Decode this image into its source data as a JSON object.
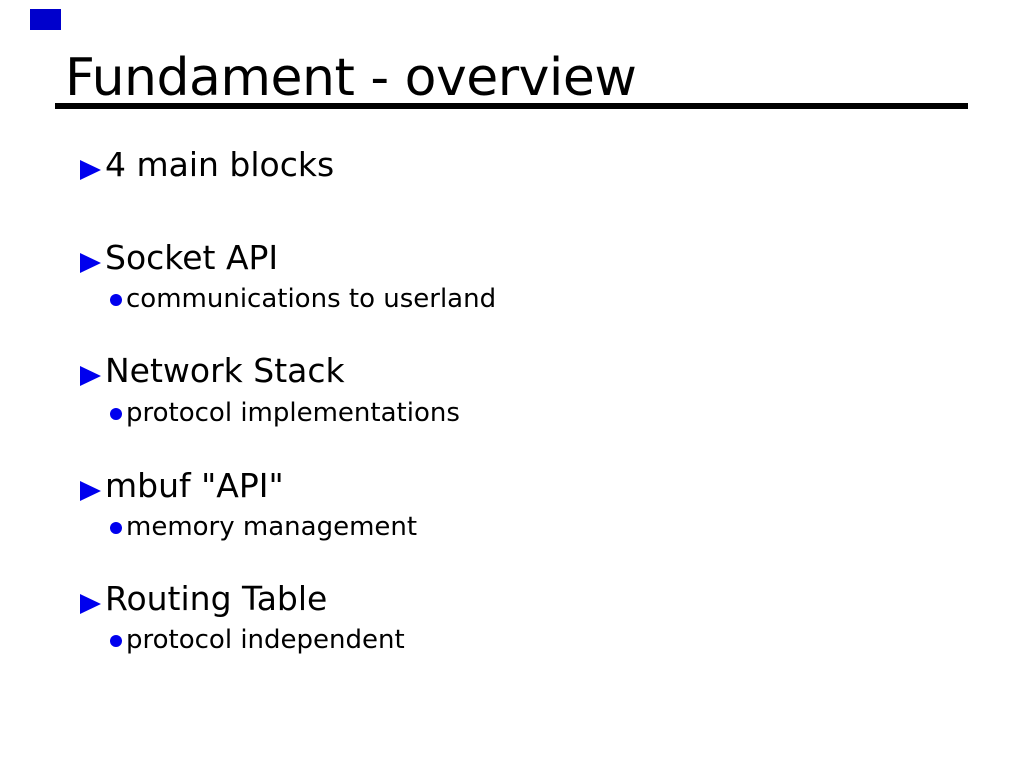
{
  "slide": {
    "title": "Fundament - overview",
    "bullets": [
      {
        "label": "4 main blocks",
        "sub": []
      },
      {
        "label": "Socket API",
        "sub": [
          "communications to userland"
        ]
      },
      {
        "label": "Network Stack",
        "sub": [
          "protocol implementations"
        ]
      },
      {
        "label": "mbuf \"API\"",
        "sub": [
          "memory management"
        ]
      },
      {
        "label": "Routing Table",
        "sub": [
          "protocol independent"
        ]
      }
    ],
    "colors": {
      "background": "#ffffff",
      "text": "#000000",
      "title_underline": "#000000",
      "bullet_blue": "#0000ee",
      "corner_mark_blue": "#0000cc"
    }
  }
}
